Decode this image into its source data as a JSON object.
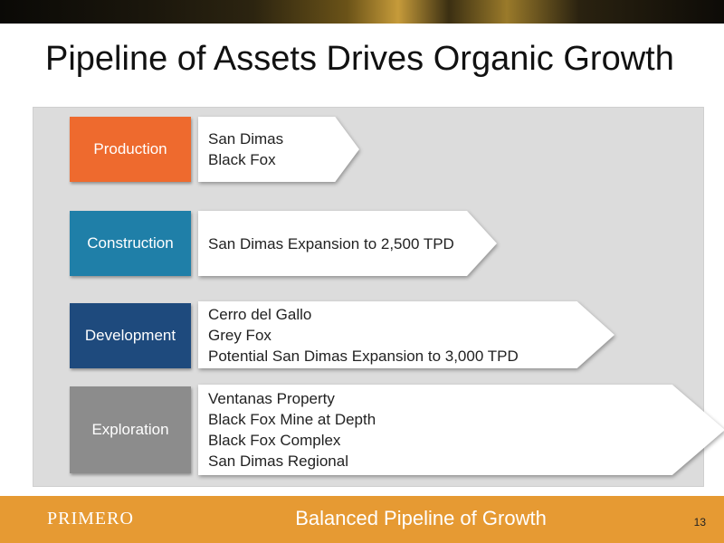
{
  "slide": {
    "title": "Pipeline of Assets Drives Organic Growth",
    "page_number": "13"
  },
  "stages": [
    {
      "label": "Production",
      "color": "#ee6a2e",
      "items": [
        "San Dimas",
        "Black Fox"
      ]
    },
    {
      "label": "Construction",
      "color": "#1f7fa8",
      "items": [
        "San Dimas Expansion to 2,500 TPD"
      ]
    },
    {
      "label": "Development",
      "color": "#1e4a7d",
      "items": [
        "Cerro del Gallo",
        "Grey Fox",
        "Potential San Dimas Expansion to 3,000 TPD"
      ]
    },
    {
      "label": "Exploration",
      "color": "#8c8c8c",
      "items": [
        "Ventanas Property",
        "Black Fox Mine at Depth",
        "Black Fox Complex",
        "San Dimas Regional"
      ]
    }
  ],
  "footer": {
    "logo": "PRIMERO",
    "tagline": "Balanced Pipeline of Growth",
    "color": "#e69a33"
  }
}
